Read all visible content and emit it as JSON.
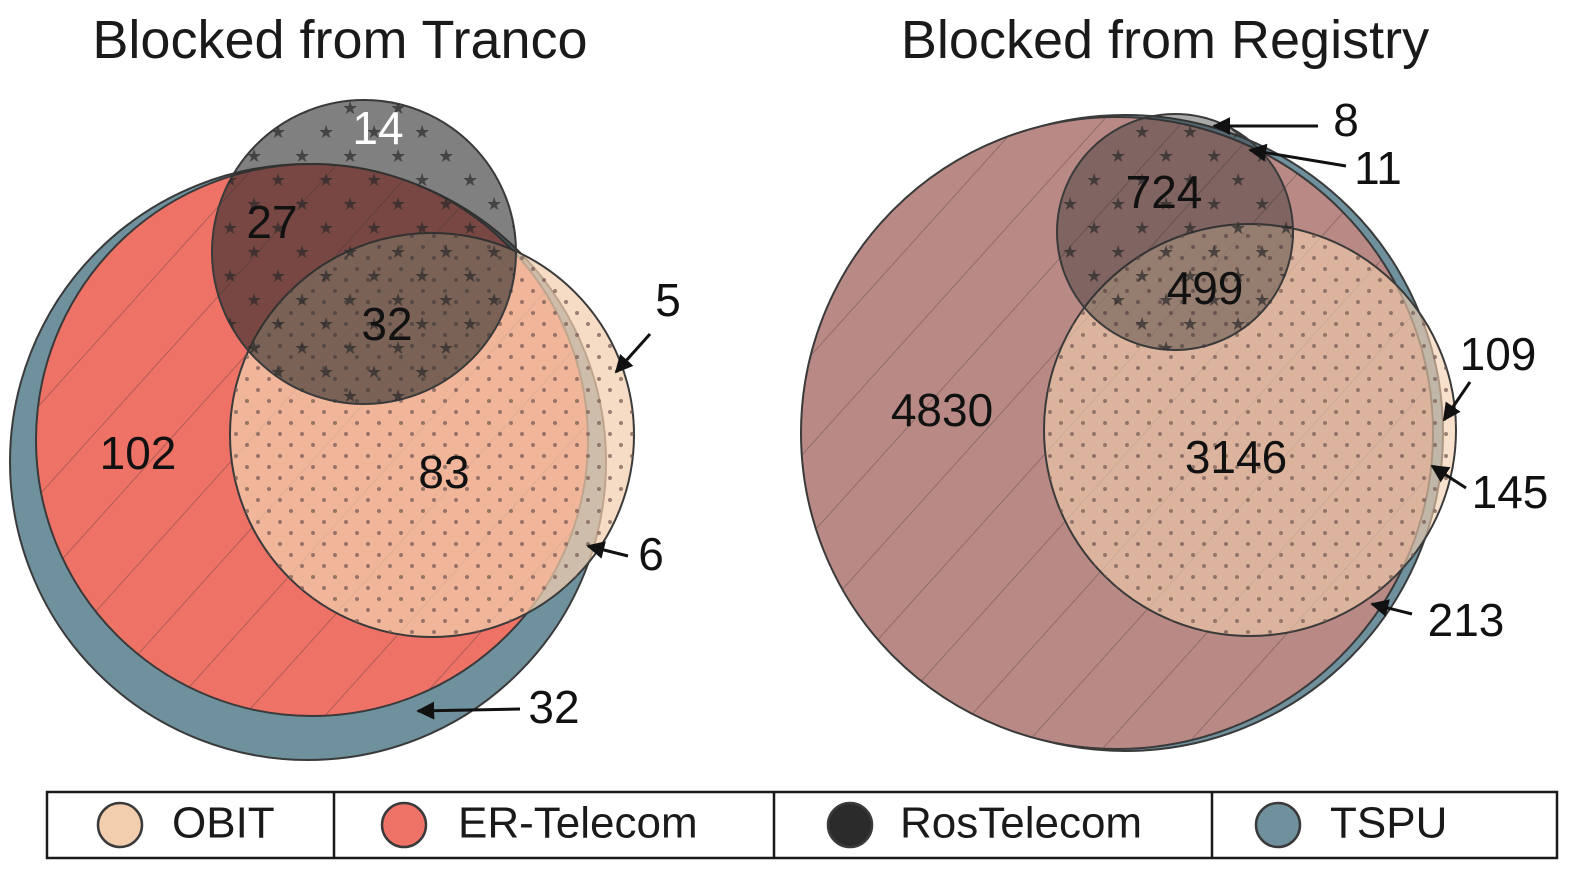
{
  "diagrams": [
    {
      "title": "Blocked from Tranco",
      "region_counts": {
        "rostelecom_only": "14",
        "rostelecom_er_tspu": "27",
        "all_four": "32",
        "er_only": "102",
        "obit_er_tspu": "83",
        "obit_only": "5",
        "obit_tspu": "6",
        "tspu_only": "32"
      }
    },
    {
      "title": "Blocked from Registry",
      "region_counts": {
        "rostelecom_er_tspu": "724",
        "all_four": "499",
        "er_tspu": "4830",
        "obit_er_tspu": "3146",
        "rostelecom_tspu_edge": "8",
        "tspu_edge_top": "11",
        "obit_only": "109",
        "obit_tspu": "145",
        "tspu_only": "213"
      }
    }
  ],
  "legend": [
    {
      "label": "OBIT",
      "color": "#f2ceae",
      "icon": "obit-swatch-icon"
    },
    {
      "label": "ER-Telecom",
      "color": "#ee7266",
      "icon": "er-telecom-swatch-icon"
    },
    {
      "label": "RosTelecom",
      "color": "#2b2b2b",
      "icon": "rostelecom-swatch-icon"
    },
    {
      "label": "TSPU",
      "color": "#6f919e",
      "icon": "tspu-swatch-icon"
    }
  ]
}
